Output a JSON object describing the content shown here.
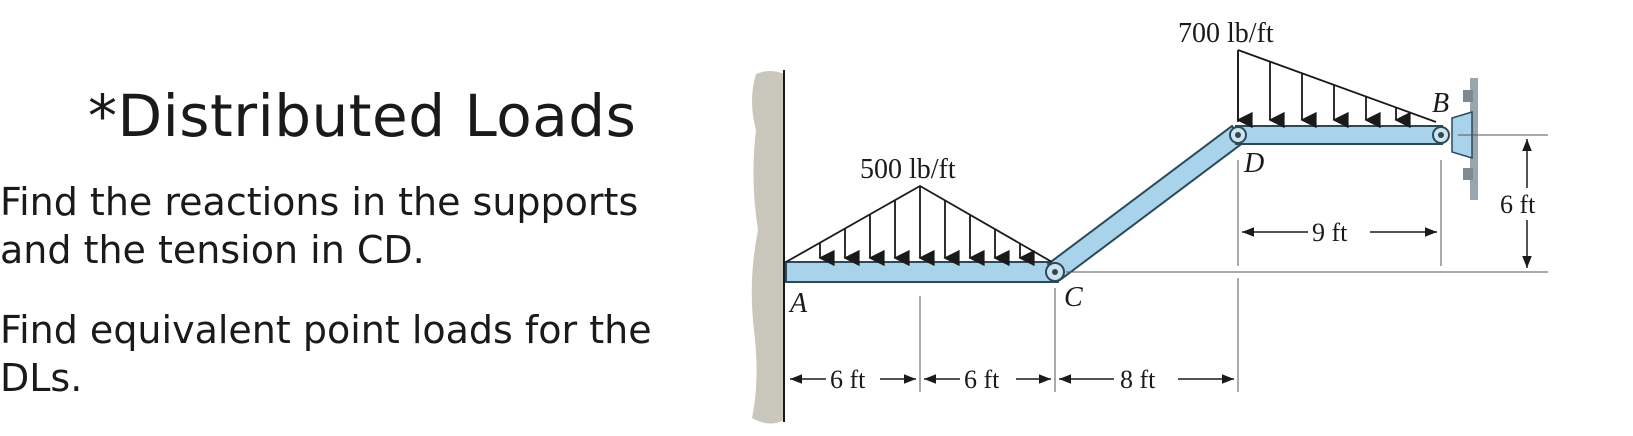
{
  "slide": {
    "title": "*Distributed Loads",
    "paragraph_1": "Find the reactions in the supports and the tension in CD.",
    "paragraph_2": "Find equivalent point loads for the DLs."
  },
  "diagram": {
    "loads": {
      "triangular_load": "500 lb/ft",
      "ramp_load": "700 lb/ft"
    },
    "points": {
      "a": "A",
      "b": "B",
      "c": "C",
      "d": "D"
    },
    "dimensions": {
      "ab_left": "6 ft",
      "ab_right": "6 ft",
      "cd_horizontal": "8 ft",
      "d_to_b": "9 ft",
      "vertical_height": "6 ft"
    },
    "colors": {
      "member_fill": "#a9d3ea",
      "member_stroke": "#2a4a5a",
      "wall": "#c9c6bb",
      "plate": "#a9d3ea"
    }
  }
}
